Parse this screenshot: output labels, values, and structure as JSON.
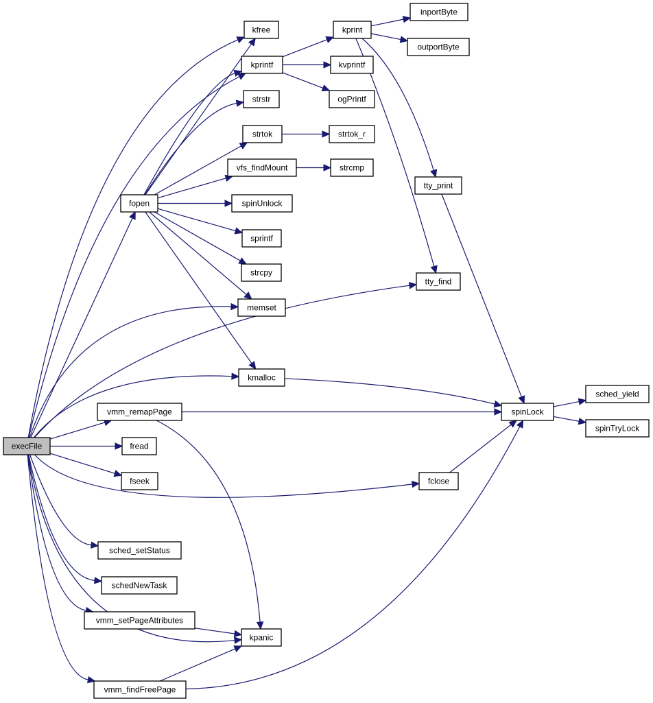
{
  "graph": {
    "title": "Call graph",
    "root": "execFile",
    "colors": {
      "edge": "#191970",
      "node_fill": "#ffffff",
      "root_fill": "#bfbfbf",
      "border": "#000000"
    },
    "nodes": [
      {
        "id": "execFile",
        "label": "execFile"
      },
      {
        "id": "kfree",
        "label": "kfree"
      },
      {
        "id": "kprintf",
        "label": "kprintf"
      },
      {
        "id": "kprint",
        "label": "kprint"
      },
      {
        "id": "inportByte",
        "label": "inportByte"
      },
      {
        "id": "outportByte",
        "label": "outportByte"
      },
      {
        "id": "kvprintf",
        "label": "kvprintf"
      },
      {
        "id": "ogPrintf",
        "label": "ogPrintf"
      },
      {
        "id": "strstr",
        "label": "strstr"
      },
      {
        "id": "strtok",
        "label": "strtok"
      },
      {
        "id": "strtok_r",
        "label": "strtok_r"
      },
      {
        "id": "vfs_findMount",
        "label": "vfs_findMount"
      },
      {
        "id": "strcmp",
        "label": "strcmp"
      },
      {
        "id": "fopen",
        "label": "fopen"
      },
      {
        "id": "spinUnlock",
        "label": "spinUnlock"
      },
      {
        "id": "sprintf",
        "label": "sprintf"
      },
      {
        "id": "strcpy",
        "label": "strcpy"
      },
      {
        "id": "memset",
        "label": "memset"
      },
      {
        "id": "tty_print",
        "label": "tty_print"
      },
      {
        "id": "tty_find",
        "label": "tty_find"
      },
      {
        "id": "kmalloc",
        "label": "kmalloc"
      },
      {
        "id": "vmm_remapPage",
        "label": "vmm_remapPage"
      },
      {
        "id": "spinLock",
        "label": "spinLock"
      },
      {
        "id": "sched_yield",
        "label": "sched_yield"
      },
      {
        "id": "spinTryLock",
        "label": "spinTryLock"
      },
      {
        "id": "fread",
        "label": "fread"
      },
      {
        "id": "fseek",
        "label": "fseek"
      },
      {
        "id": "fclose",
        "label": "fclose"
      },
      {
        "id": "sched_setStatus",
        "label": "sched_setStatus"
      },
      {
        "id": "schedNewTask",
        "label": "schedNewTask"
      },
      {
        "id": "vmm_setPageAttributes",
        "label": "vmm_setPageAttributes"
      },
      {
        "id": "kpanic",
        "label": "kpanic"
      },
      {
        "id": "vmm_findFreePage",
        "label": "vmm_findFreePage"
      }
    ],
    "edges": [
      {
        "from": "execFile",
        "to": "kfree"
      },
      {
        "from": "execFile",
        "to": "kprintf"
      },
      {
        "from": "execFile",
        "to": "fopen"
      },
      {
        "from": "execFile",
        "to": "memset"
      },
      {
        "from": "execFile",
        "to": "tty_find"
      },
      {
        "from": "execFile",
        "to": "kmalloc"
      },
      {
        "from": "execFile",
        "to": "vmm_remapPage"
      },
      {
        "from": "execFile",
        "to": "fread"
      },
      {
        "from": "execFile",
        "to": "fseek"
      },
      {
        "from": "execFile",
        "to": "fclose"
      },
      {
        "from": "execFile",
        "to": "sched_setStatus"
      },
      {
        "from": "execFile",
        "to": "schedNewTask"
      },
      {
        "from": "execFile",
        "to": "vmm_setPageAttributes"
      },
      {
        "from": "execFile",
        "to": "kpanic"
      },
      {
        "from": "execFile",
        "to": "vmm_findFreePage"
      },
      {
        "from": "fopen",
        "to": "kfree"
      },
      {
        "from": "fopen",
        "to": "kprintf"
      },
      {
        "from": "fopen",
        "to": "strstr"
      },
      {
        "from": "fopen",
        "to": "strtok"
      },
      {
        "from": "fopen",
        "to": "vfs_findMount"
      },
      {
        "from": "fopen",
        "to": "spinUnlock"
      },
      {
        "from": "fopen",
        "to": "sprintf"
      },
      {
        "from": "fopen",
        "to": "strcpy"
      },
      {
        "from": "fopen",
        "to": "memset"
      },
      {
        "from": "fopen",
        "to": "kmalloc"
      },
      {
        "from": "kprintf",
        "to": "kprint"
      },
      {
        "from": "kprintf",
        "to": "kvprintf"
      },
      {
        "from": "kprintf",
        "to": "ogPrintf"
      },
      {
        "from": "kprint",
        "to": "inportByte"
      },
      {
        "from": "kprint",
        "to": "outportByte"
      },
      {
        "from": "kprint",
        "to": "tty_print"
      },
      {
        "from": "kprint",
        "to": "tty_find"
      },
      {
        "from": "strtok",
        "to": "strtok_r"
      },
      {
        "from": "vfs_findMount",
        "to": "strcmp"
      },
      {
        "from": "tty_print",
        "to": "spinLock"
      },
      {
        "from": "kmalloc",
        "to": "spinLock"
      },
      {
        "from": "vmm_remapPage",
        "to": "spinLock"
      },
      {
        "from": "vmm_remapPage",
        "to": "kpanic"
      },
      {
        "from": "fclose",
        "to": "spinLock"
      },
      {
        "from": "vmm_findFreePage",
        "to": "spinLock"
      },
      {
        "from": "vmm_findFreePage",
        "to": "kpanic"
      },
      {
        "from": "vmm_setPageAttributes",
        "to": "kpanic"
      },
      {
        "from": "spinLock",
        "to": "sched_yield"
      },
      {
        "from": "spinLock",
        "to": "spinTryLock"
      }
    ]
  }
}
